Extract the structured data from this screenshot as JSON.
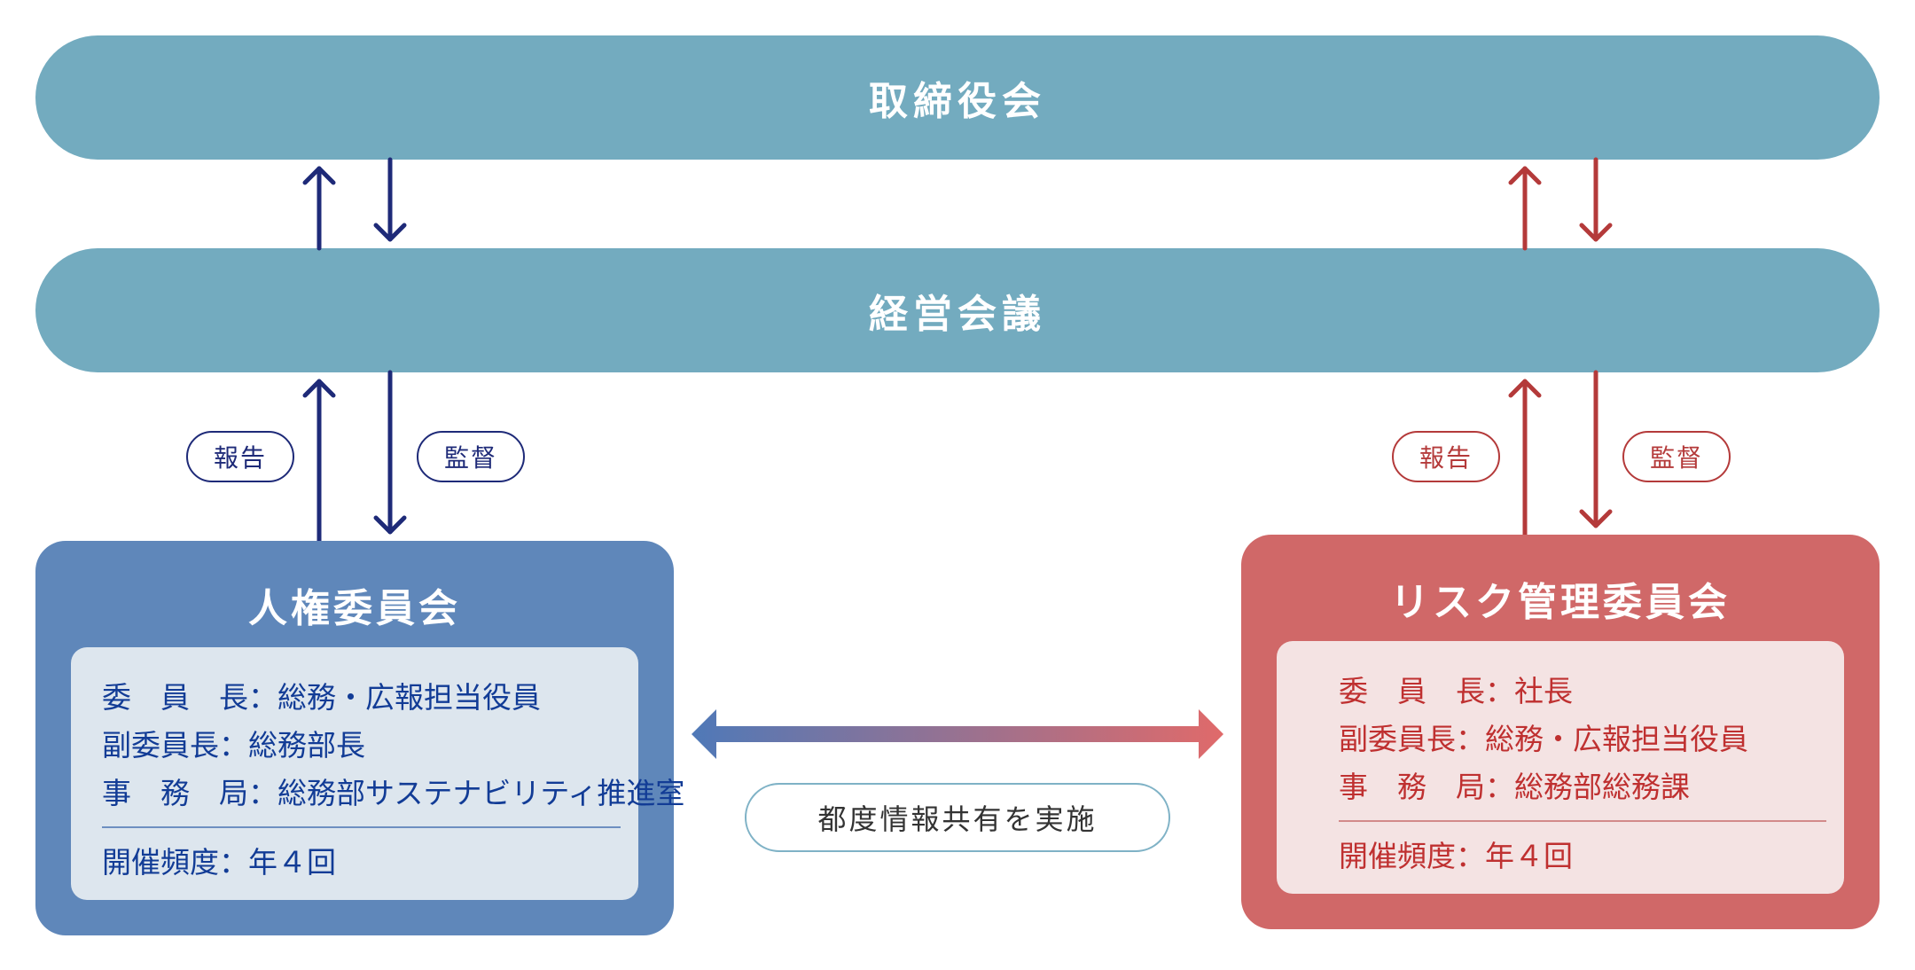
{
  "board": {
    "label": "取締役会"
  },
  "management_meeting": {
    "label": "経営会議"
  },
  "hr_side": {
    "report_label": "報告",
    "supervise_label": "監督",
    "color": "#1e2a78"
  },
  "risk_side": {
    "report_label": "報告",
    "supervise_label": "監督",
    "color": "#b43a3a"
  },
  "hr_committee": {
    "title": "人権委員会",
    "chair_key": "委　員　長：",
    "chair": "総務・広報担当役員",
    "vice_key": "副委員長：",
    "vice": "総務部長",
    "office_key": "事　務　局：",
    "office": "総務部サステナビリティ推進室",
    "freq_key": "開催頻度：",
    "freq": "年４回",
    "color": "#5f87ba"
  },
  "risk_committee": {
    "title": "リスク管理委員会",
    "chair_key": "委　員　長：",
    "chair": "社長",
    "vice_key": "副委員長：",
    "vice": "総務・広報担当役員",
    "office_key": "事　務　局：",
    "office": "総務部総務課",
    "freq_key": "開催頻度：",
    "freq": "年４回",
    "color": "#d06868"
  },
  "sharing": {
    "label": "都度情報共有を実施"
  }
}
